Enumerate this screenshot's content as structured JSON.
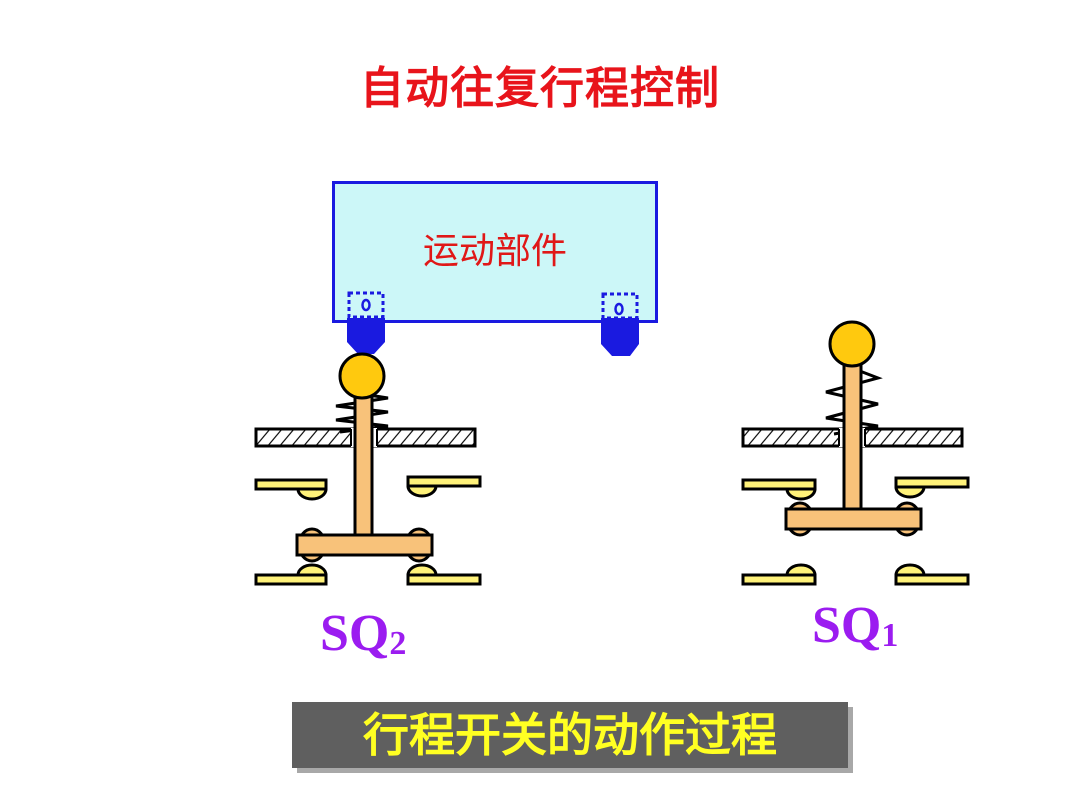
{
  "title": "自动往复行程控制",
  "moving_part": {
    "label": "运动部件",
    "fill_color": "#ccf7f8",
    "border_color": "#1a1ae0"
  },
  "cams": [
    {
      "name": "left-cam",
      "state": "engaged"
    },
    {
      "name": "right-cam",
      "state": "free"
    }
  ],
  "switches": [
    {
      "id": "SQ2",
      "label_main": "SQ",
      "label_sub": "2",
      "state": "pressed"
    },
    {
      "id": "SQ1",
      "label_main": "SQ",
      "label_sub": "1",
      "state": "released"
    }
  ],
  "caption": "行程开关的动作过程",
  "colors": {
    "title": "#e8141b",
    "label": "#9b1cf0",
    "roller": "#ffc90e",
    "plunger": "#f8c27a",
    "contact": "#fff27a",
    "caption_bg": "#5f5f5f",
    "caption_text": "#ffff22"
  }
}
